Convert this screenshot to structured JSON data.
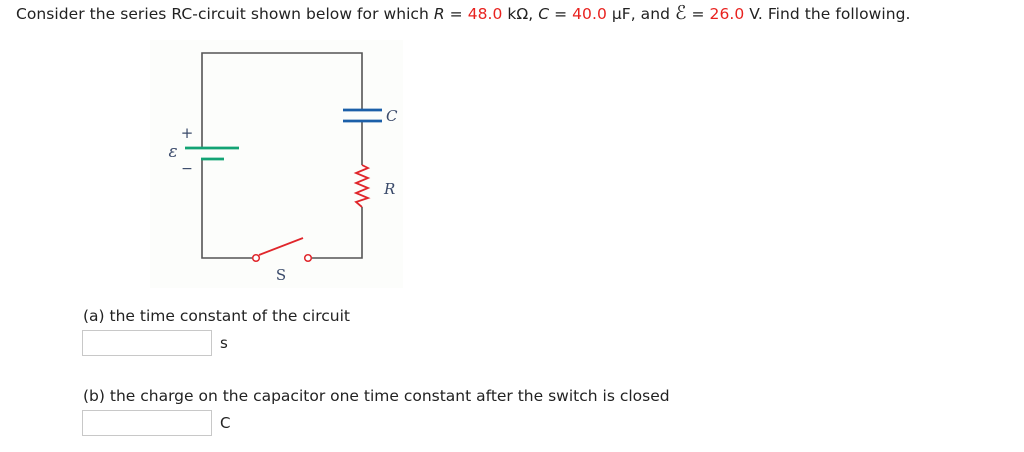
{
  "problem": {
    "intro": "Consider the series RC-circuit shown below for which ",
    "R_symbol": "R",
    "eq1": " = ",
    "R_value": "48.0",
    "R_unit": " kΩ, ",
    "C_symbol": "C",
    "eq2": " = ",
    "C_value": "40.0",
    "C_unit": " µF, and ",
    "emf_symbol": "ℰ",
    "eq3": " = ",
    "emf_value": "26.0",
    "emf_unit": " V. Find the following.",
    "value_color": "#e8221f"
  },
  "circuit": {
    "labels": {
      "emf": "ε",
      "plus": "+",
      "minus": "−",
      "capacitor": "C",
      "resistor": "R",
      "switch": "S"
    },
    "colors": {
      "wire": "#555555",
      "battery": "#13a374",
      "capacitor": "#1b5fa8",
      "resistor": "#e0262b",
      "switch": "#e0262b",
      "label": "#3a4a6a"
    }
  },
  "questions": [
    {
      "label": "(a) the time constant of the circuit",
      "value": "",
      "unit": "s"
    },
    {
      "label": "(b) the charge on the capacitor one time constant after the switch is closed",
      "value": "",
      "unit": "C"
    }
  ]
}
